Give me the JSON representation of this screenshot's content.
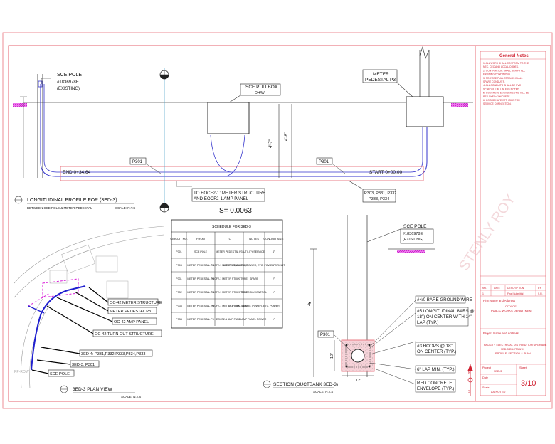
{
  "profile": {
    "sce_pole_label": "SCE POLE",
    "sce_pole_id": "#1836978E",
    "sce_pole_status": "(EXISTING)",
    "pullbox_label": "SCE PULLBOX",
    "pullbox_sub": "OH/W",
    "meter_pedestal_label": "METER",
    "meter_pedestal_label2": "PEDESTAL P3",
    "p301_left": "P301",
    "p301_right": "P301",
    "end_station": "END 0+34.64",
    "start_station": "START 0+00.00",
    "to_label_1": "TO EOCF2-1: METER STRUCTURE",
    "to_label_2": "AND EOCF2-1 AMP PANEL",
    "conduit_list_1": "P303, P331, P332",
    "conduit_list_2": "P333, P334",
    "dim_left": "4'-7\"",
    "dim_right": "4'-8\"",
    "slope": "S= 0.0063",
    "title": "LONGITUDINAL PROFILE FOR (3ED-3)",
    "subtitle": "BETWEEN SCE POLE & METER PEDESTAL",
    "scale": "SCALE: N.T.S"
  },
  "schedule": {
    "title": "SCHEDULE FOR 3ED-3",
    "headers": [
      "CIRCUIT NO.",
      "FROM",
      "TO",
      "NOTES",
      "CONDUIT SIZE"
    ],
    "rows": [
      [
        "P301",
        "SCE POLE",
        "METER PEDESTAL P3",
        "UTILITY SERVICE",
        "4\""
      ],
      [
        "P303",
        "METER PEDESTAL P3",
        "EOCF2-1 METER STRUCTURE",
        "LIGHTING, ALARM, POWER, ETC. POWER CIRCUIT",
        "1\""
      ],
      [
        "P331",
        "METER PEDESTAL P3",
        "EOCF2-1 METER STRUCTURE",
        "SPARE",
        "2\""
      ],
      [
        "P332",
        "METER PEDESTAL P3",
        "EOCF2-1 METER STRUCTURE",
        "TELECOM/CONTROL",
        "1\""
      ],
      [
        "P333",
        "METER PEDESTAL P3",
        "EOCF2-1 METER STRUCTURE",
        "LIGHTING, ALARM, POWER, ETC. POWER",
        "1\""
      ],
      [
        "P334",
        "METER PEDESTAL P3",
        "EOCF2-1 AMP PANEL",
        "AMP PANEL POWER",
        "1\""
      ]
    ]
  },
  "plan": {
    "callouts": [
      "OC-42 METER STRUCTURE",
      "METER PEDESTAL P3",
      "OC-42 AMP PANEL",
      "OC-42 TURN OUT STRUCTURE",
      "3ED-4: P331,P332,P333,P334,P333",
      "3ED-3: P301",
      "SCE POLE"
    ],
    "pp_label": "PP-ROW",
    "title": "3ED-3 PLAN VIEW",
    "scale": "SCALE: N.T.S"
  },
  "section": {
    "sce_pole_label": "SCE POLE",
    "sce_pole_id": "#1836978E",
    "sce_pole_status": "(EXISTING)",
    "callouts": [
      "#4/0 BARE GROUND WIRE",
      "#5 LONGITUDINAL BARS @",
      "18\") ON CENTER WITH 14\"",
      "LAP (TYP.)",
      "#3 HOOPS @ 18\"",
      "ON CENTER (TYP.)",
      "6\" LAP MIN. (TYP.)",
      "RED CONCRETE",
      "ENVELOPE (TYP.)"
    ],
    "p301": "P301",
    "dim_height": "4'",
    "dim_side": "12\"",
    "dim_width": "12\"",
    "title": "SECTION (DUCTBANK 3ED-3)",
    "scale": "SCALE: N.T.S"
  },
  "titleblock": {
    "general_notes": "General Notes",
    "notes": [
      "1. ALL WORK SHALL CONFORM TO THE",
      "   NEC, CEC AND LOCAL CODES.",
      "2. CONTRACTOR SHALL VERIFY ALL",
      "   EXISTING CONDITIONS.",
      "3. PROVIDE PULL STRINGS IN ALL",
      "   SPARE CONDUITS.",
      "4. ALL CONDUITS SHALL BE PVC",
      "   SCHEDULE 40 UNLESS NOTED.",
      "5. CONCRETE ENCASEMENT SHALL BE",
      "   RED DYED CONCRETE.",
      "6. COORDINATE WITH SCE FOR",
      "   SERVICE CONNECTION."
    ],
    "rev_header": [
      "NO.",
      "DATE",
      "DESCRIPTION",
      "BY"
    ],
    "rev_row": [
      "1",
      "",
      "Final Submittal",
      "S.R."
    ],
    "firm_label": "Firm Name and Address",
    "firm_lines": [
      "CITY OF",
      "PUBLIC WORKS DEPARTMENT"
    ],
    "project_label": "Project Name and Address",
    "project_lines": [
      "FACILITY ELECTRICAL DISTRIBUTION UPGRADE",
      "3ED-3 DUCTBANK",
      "PROFILE, SECTION & PLAN"
    ],
    "project_field": "Project",
    "project_value": "3ED-3",
    "date_field": "Date",
    "date_value": "",
    "sheet_field": "Sheet",
    "sheet_value": "3/10",
    "scale_field": "Scale",
    "scale_value": "AS NOTED"
  },
  "watermark": "STENLY ROY",
  "colors": {
    "border": "#e8707a",
    "blue": "#3333cc",
    "magenta": "#d81ad8",
    "cyan": "#4aa3c8"
  }
}
